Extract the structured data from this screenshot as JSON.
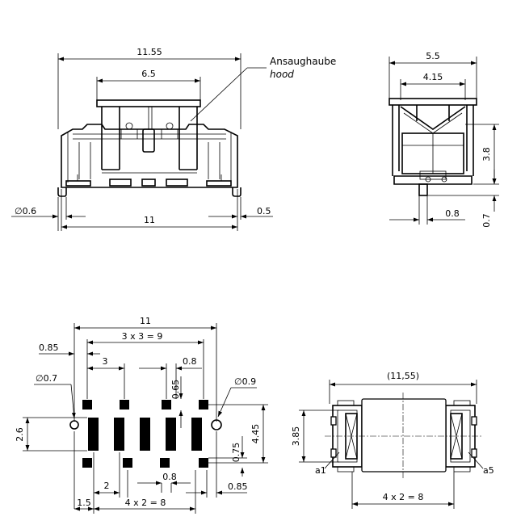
{
  "labels": {
    "hood_de": "Ansaughaube",
    "hood_en": "hood"
  },
  "front_view": {
    "overall_width": "11.55",
    "hood_width": "6.5",
    "pin_diameter": "∅0.6",
    "body_width": "11",
    "edge_offset": "0.5"
  },
  "side_view": {
    "overall_width": "5.5",
    "inner_width": "4.15",
    "height": "3.8",
    "pin_offset": "0.8",
    "pin_height": "0.7"
  },
  "footprint_view": {
    "overall_width": "11",
    "pad_span": "3 x 3 = 9",
    "edge_left": "0.85",
    "pitch_3": "3",
    "pad_width_top": "0.8",
    "peg_hole_left": "∅0.7",
    "peg_hole_right": "∅0.9",
    "pad_gap": "0.65",
    "height_left": "2.6",
    "height_right": "4.45",
    "pad_height_small": "0.75",
    "pitch_2": "2",
    "pad_width_bottom": "0.8",
    "edge_right": "0.85",
    "offset_bottom": "1.5",
    "pad_span_bottom": "4 x 2 = 8"
  },
  "top_view": {
    "overall_width": "(11,55)",
    "height": "3.85",
    "detail_a1": "a1",
    "detail_a5": "a5",
    "pad_span": "4 x 2 = 8"
  }
}
